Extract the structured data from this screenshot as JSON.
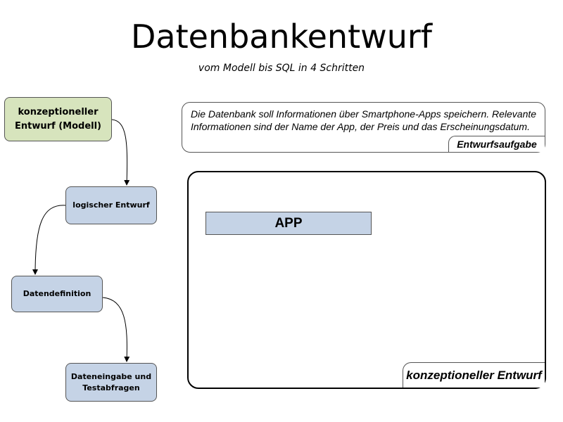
{
  "header": {
    "title": "Datenbankentwurf",
    "subtitle": "vom Modell bis SQL in 4 Schritten"
  },
  "steps": [
    {
      "label": "konzeptioneller Entwurf (Modell)",
      "active": true
    },
    {
      "label": "logischer Entwurf",
      "active": false
    },
    {
      "label": "Datendefinition",
      "active": false
    },
    {
      "label": "Dateneingabe und Testabfragen",
      "active": false
    }
  ],
  "task": {
    "text": "Die Datenbank soll Informationen über Smartphone-Apps speichern. Relevante Informationen sind der Name der App, der Preis und das Erscheinungsdatum.",
    "tag": "Entwurfsaufgabe"
  },
  "model": {
    "entity": "APP",
    "tag": "konzeptioneller Entwurf"
  },
  "colors": {
    "active_step": "#d7e4bd",
    "step": "#c5d3e6",
    "entity": "#c5d3e6"
  }
}
